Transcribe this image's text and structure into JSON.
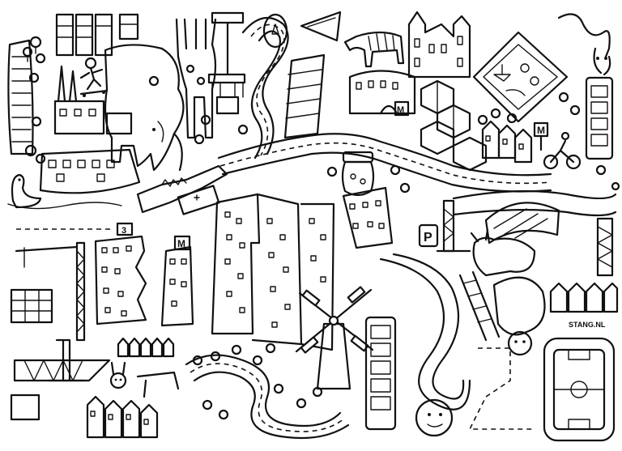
{
  "signature": "STANG.NL",
  "signs": {
    "metro_left": "M",
    "metro_right": "M",
    "route_number": "3",
    "parking": "P",
    "bus_stop": "M"
  }
}
